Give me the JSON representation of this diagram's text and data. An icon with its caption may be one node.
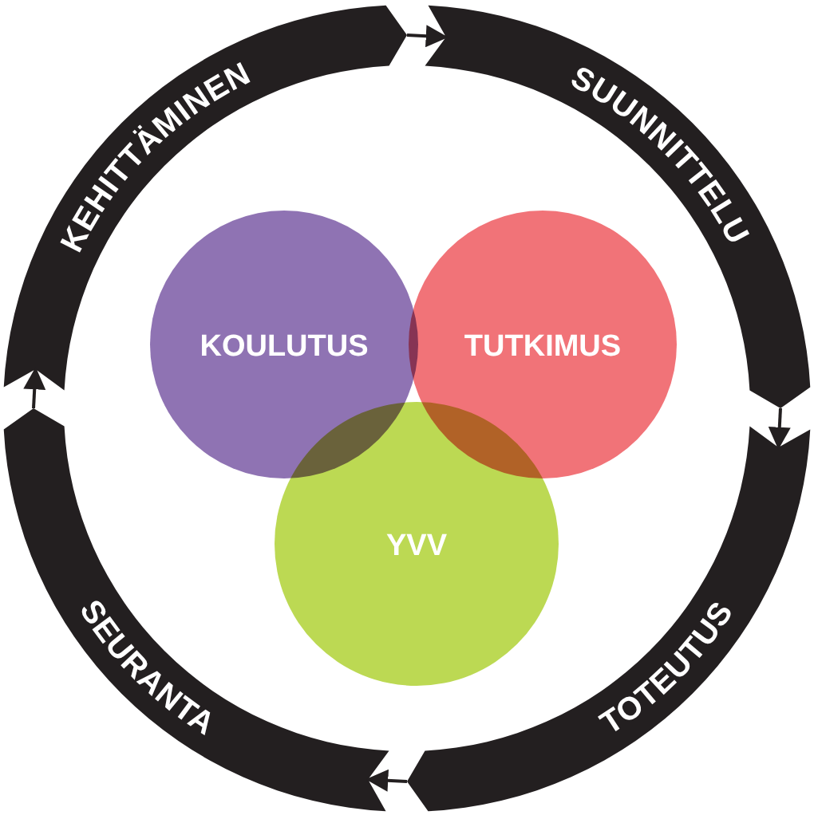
{
  "diagram": {
    "nodes": [
      {
        "text": [
          "KEHITTÄMINEN"
        ]
      },
      {
        "text": [
          "SUUNNITTELU"
        ]
      },
      {
        "text": [
          "TOTEUTUS"
        ]
      },
      {
        "text": [
          "SEURANTA"
        ]
      },
      {
        "text": [
          "KOULUTUS"
        ]
      },
      {
        "text": [
          "TUTKIMUS"
        ]
      },
      {
        "text": [
          "YVV"
        ]
      }
    ],
    "edges": [
      {
        "from": 0,
        "to": 1,
        "arrow": "to"
      },
      {
        "from": 1,
        "to": 2,
        "arrow": "to"
      },
      {
        "from": 2,
        "to": 3,
        "arrow": "to"
      },
      {
        "from": 3,
        "to": 0,
        "arrow": "to"
      }
    ]
  }
}
